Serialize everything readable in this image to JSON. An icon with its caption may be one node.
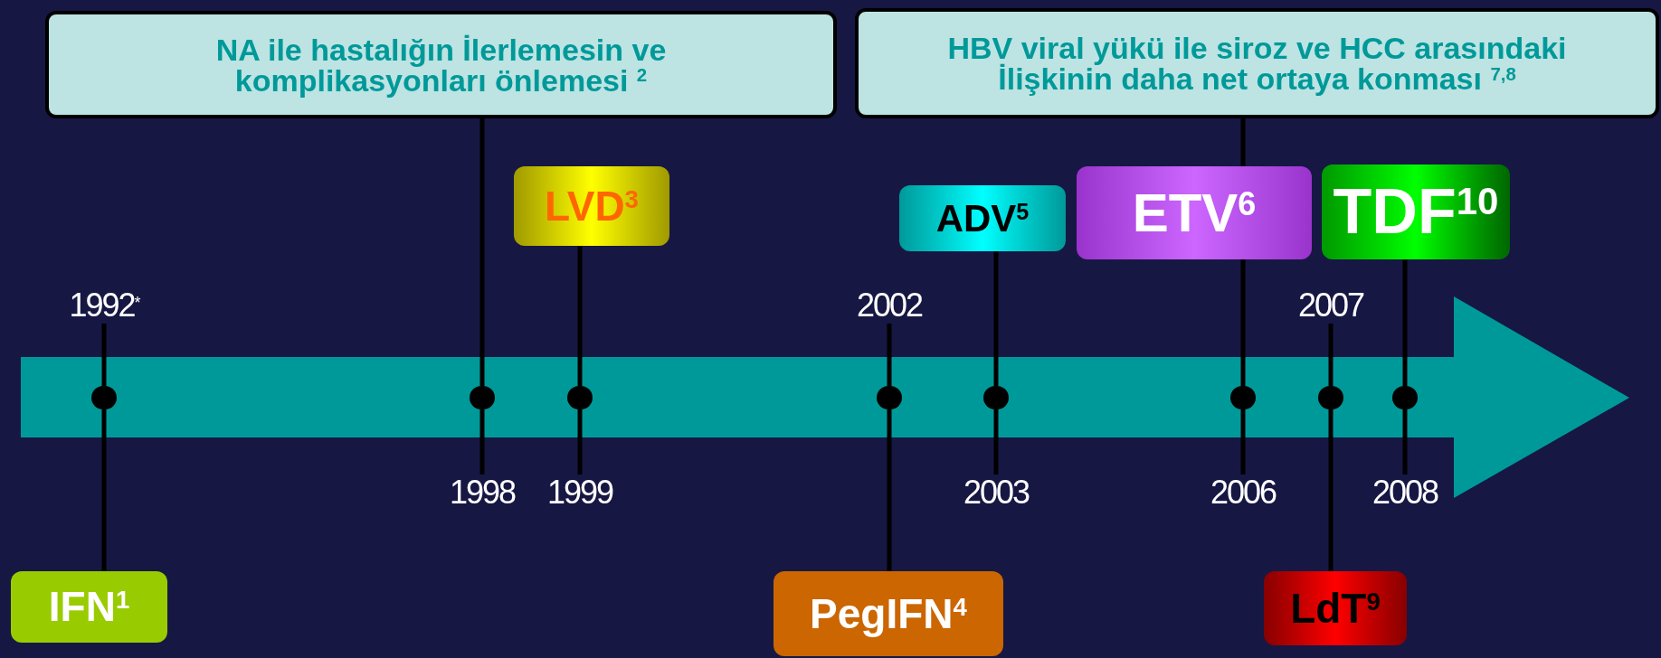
{
  "diagram": {
    "nodes": [
      {
        "text": [
          "NA ile hastalığın İlerlemesin ve komplikasyonları önlemesi $^{2}$"
        ]
      },
      {
        "text": [
          "HBV viral yükü ile siroz ve HCC arasındaki İlişkinin daha net ortaya konması $^{7,8}$"
        ]
      },
      {
        "text": [
          "LVD$^{3}$"
        ]
      },
      {
        "text": [
          "ADV$^{5}$"
        ]
      },
      {
        "text": [
          "ETV$^{6}$"
        ]
      },
      {
        "text": [
          "TDF$^{10}$"
        ]
      },
      {
        "text": [],
        "shape": "circle"
      },
      {
        "text": [],
        "shape": "circle"
      },
      {
        "text": [],
        "shape": "circle"
      },
      {
        "text": [],
        "shape": "circle"
      },
      {
        "text": [],
        "shape": "circle"
      },
      {
        "text": [],
        "shape": "circle"
      },
      {
        "text": [],
        "shape": "circle"
      },
      {
        "text": [],
        "shape": "circle"
      },
      {
        "text": [
          "IFN$^{1}$"
        ]
      },
      {
        "text": [
          "PegIFN$^{4}$"
        ]
      },
      {
        "text": [
          "LdT$^{9}$"
        ]
      },
      {
        "text": [
          "1992$^{*}$"
        ]
      },
      {
        "text": [
          "2002"
        ]
      },
      {
        "text": [
          "2007"
        ]
      },
      {
        "text": [
          "1998"
        ]
      },
      {
        "text": [
          "1999"
        ]
      },
      {
        "text": [
          "2003"
        ]
      },
      {
        "text": [
          "2006"
        ]
      },
      {
        "text": [
          "2008"
        ]
      }
    ],
    "edges": [
      {
        "from": 0,
        "to": 7,
        "arrow": "none"
      },
      {
        "from": 1,
        "to": 4,
        "arrow": "none"
      },
      {
        "from": 4,
        "to": 11,
        "arrow": "none"
      },
      {
        "from": 2,
        "to": 8,
        "arrow": "none"
      },
      {
        "from": 3,
        "to": 10,
        "arrow": "none"
      },
      {
        "from": 5,
        "to": 13,
        "arrow": "none"
      },
      {
        "from": 14,
        "to": 6,
        "arrow": "none"
      },
      {
        "from": 15,
        "to": 9,
        "arrow": "none"
      },
      {
        "from": 16,
        "to": 12,
        "arrow": "none"
      },
      {
        "from": 17,
        "to": 6,
        "arrow": "none"
      },
      {
        "from": 18,
        "to": 9,
        "arrow": "none"
      },
      {
        "from": 19,
        "to": 12,
        "arrow": "none"
      },
      {
        "from": 20,
        "to": 7,
        "arrow": "none"
      },
      {
        "from": 21,
        "to": 8,
        "arrow": "none"
      },
      {
        "from": 22,
        "to": 10,
        "arrow": "none"
      },
      {
        "from": 23,
        "to": 11,
        "arrow": "none"
      },
      {
        "from": 24,
        "to": 13,
        "arrow": "none"
      }
    ]
  }
}
